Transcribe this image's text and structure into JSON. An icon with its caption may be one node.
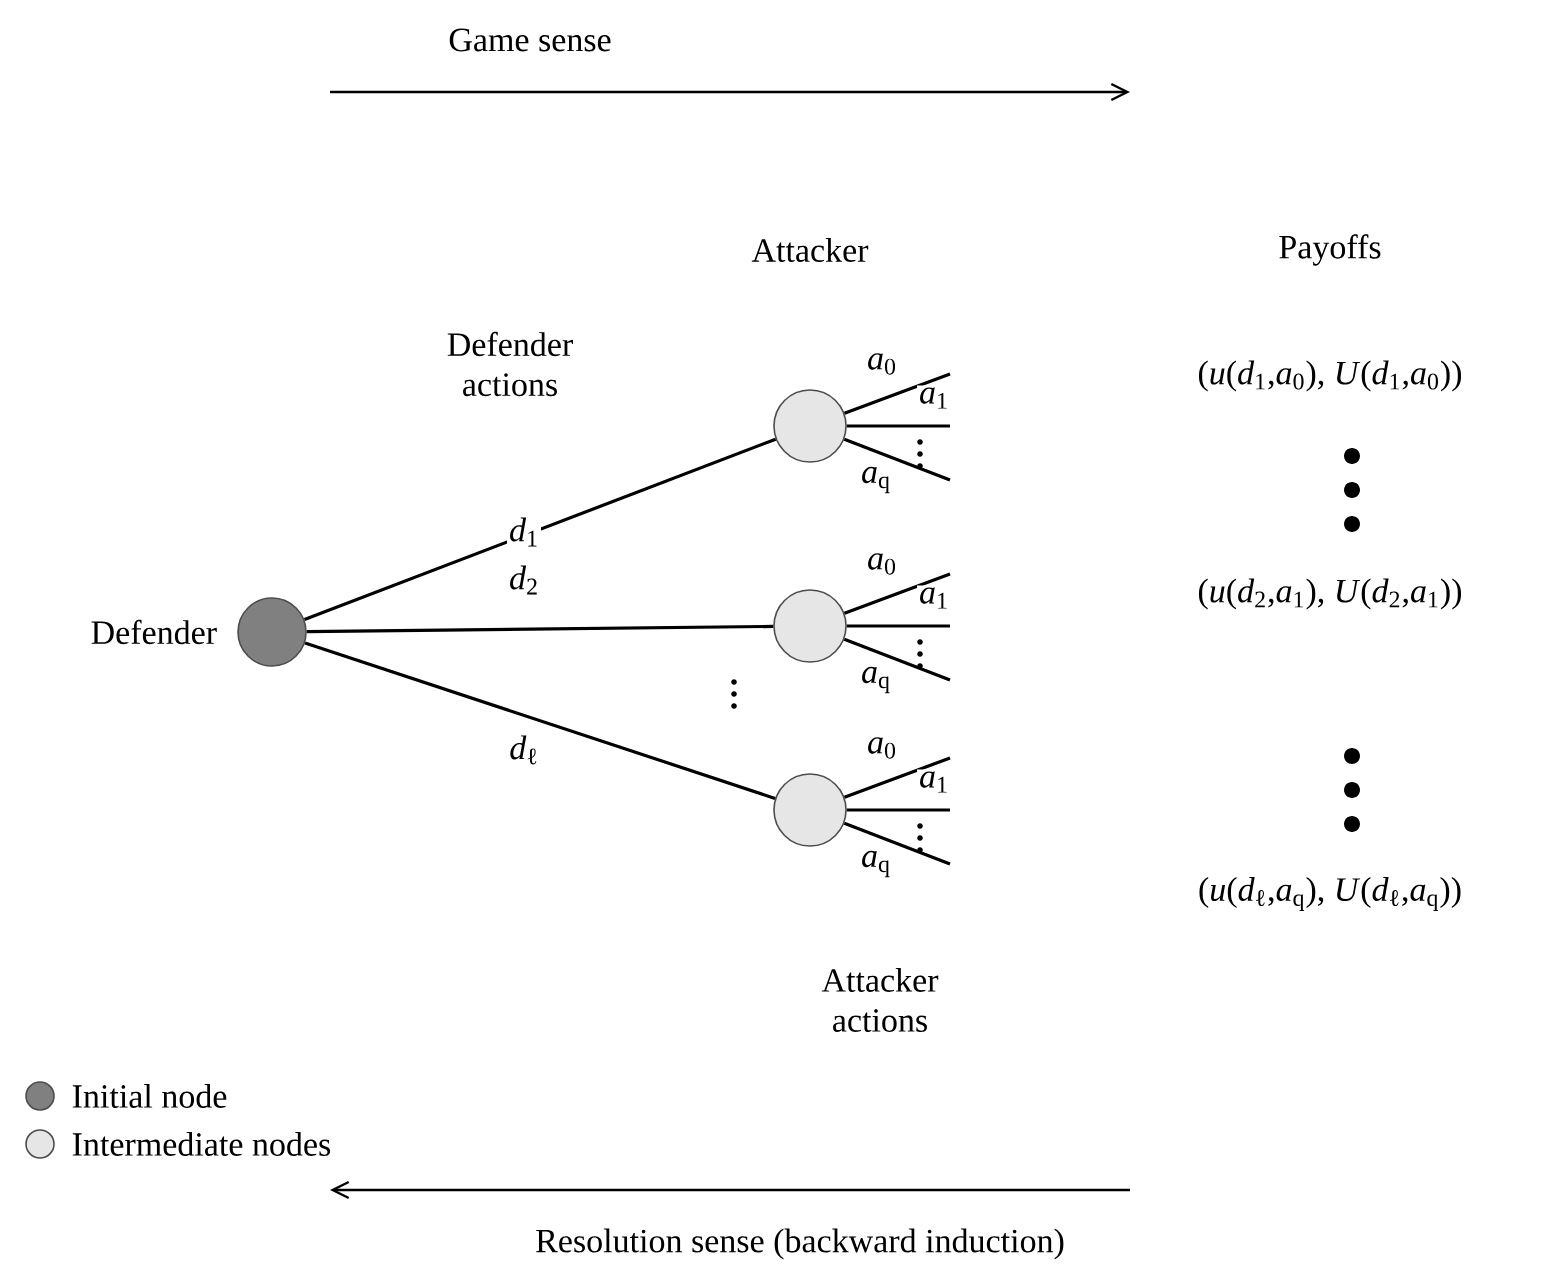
{
  "diagram": {
    "nodes": [
      {
        "text": [],
        "shape": "circle",
        "beside": [
          "Defender"
        ]
      },
      {
        "text": [],
        "shape": "circle"
      },
      {
        "text": [],
        "shape": "circle"
      },
      {
        "text": [],
        "shape": "circle"
      }
    ],
    "edges": [
      {
        "from": 0,
        "to": 1,
        "arrow": "none",
        "label": "*d*$_{1}$"
      },
      {
        "from": 0,
        "to": 2,
        "arrow": "none",
        "label": "*d*$_{2}$"
      },
      {
        "from": 0,
        "to": 3,
        "arrow": "none",
        "label": "*d*$_{ℓ}$"
      },
      {
        "from": 1,
        "to": null,
        "arrow": "none",
        "label": "*a*$_{0}$"
      },
      {
        "from": 1,
        "to": null,
        "arrow": "none",
        "label": "*a*$_{1}$"
      },
      {
        "from": 1,
        "to": null,
        "arrow": "none",
        "label": "*a*$_{q}$"
      },
      {
        "from": 2,
        "to": null,
        "arrow": "none",
        "label": "*a*$_{0}$"
      },
      {
        "from": 2,
        "to": null,
        "arrow": "none",
        "label": "*a*$_{1}$"
      },
      {
        "from": 2,
        "to": null,
        "arrow": "none",
        "label": "*a*$_{q}$"
      },
      {
        "from": 3,
        "to": null,
        "arrow": "none",
        "label": "*a*$_{0}$"
      },
      {
        "from": 3,
        "to": null,
        "arrow": "none",
        "label": "*a*$_{1}$"
      },
      {
        "from": 3,
        "to": null,
        "arrow": "none",
        "label": "*a*$_{q}$"
      }
    ],
    "labels": [
      "Game sense",
      "Attacker",
      "Payoffs",
      "Defender actions",
      "(*u*(*d*$_{1}$,*a*$_{0}$), *U*(*d*$_{1}$,*a*$_{0}$))",
      "(*u*(*d*$_{2}$,*a*$_{1}$), *U*(*d*$_{2}$,*a*$_{1}$))",
      "(*u*(*d*$_{ℓ}$,*a*$_{q}$), *U*(*d*$_{ℓ}$,*a*$_{q}$))",
      "Attacker actions",
      "Resolution sense (backward induction)"
    ],
    "legend": [
      {
        "text": "Initial node",
        "color": "#808080"
      },
      {
        "text": "Intermediate nodes",
        "color": "#e6e6e6"
      }
    ]
  }
}
